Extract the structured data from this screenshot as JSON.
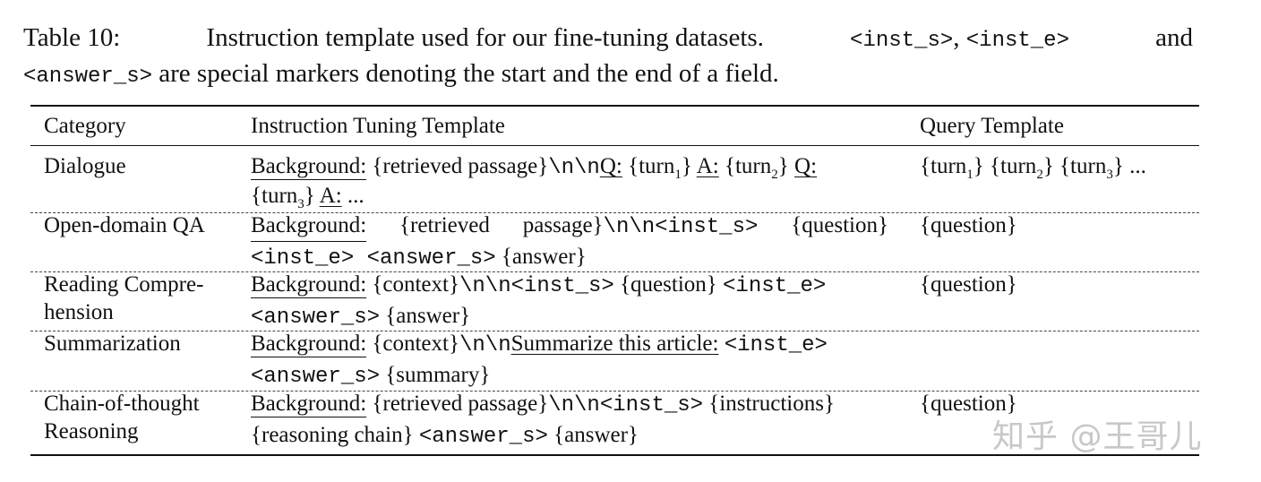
{
  "caption": {
    "prefix": "Table 10:",
    "text1": "Instruction template used for our fine-tuning datasets.",
    "inst_s": "<inst_s>",
    "sep": ",",
    "inst_e": "<inst_e>",
    "and": "and",
    "answer_s": "<answer_s>",
    "text2": "are special markers denoting the start and the end of a field."
  },
  "headers": {
    "category": "Category",
    "instruction": "Instruction Tuning Template",
    "query": "Query Template"
  },
  "rows": [
    {
      "category": "Dialogue",
      "line1": "Background: {retrieved passage}\\n\\nQ: {turn1} A: {turn2} Q:",
      "line2": "{turn3} A: ...",
      "query": "{turn1} {turn2} {turn3} ..."
    },
    {
      "category": "Open-domain QA",
      "line1": "Background: {retrieved passage}\\n\\n<inst_s> {question}",
      "line2": "<inst_e> <answer_s> {answer}",
      "query": "{question}"
    },
    {
      "category_1": "Reading Compre-",
      "category_2": "hension",
      "line1": "Background: {context}\\n\\n<inst_s> {question} <inst_e>",
      "line2": "<answer_s> {answer}",
      "query": "{question}"
    },
    {
      "category": "Summarization",
      "line1": "Background: {context}\\n\\nSummarize this article: <inst_e>",
      "line2": "<answer_s> {summary}",
      "query": ""
    },
    {
      "category_1": "Chain-of-thought",
      "category_2": "Reasoning",
      "line1": "Background: {retrieved passage}\\n\\n<inst_s> {instructions}",
      "line2": "{reasoning chain} <answer_s> {answer}",
      "query": "{question}"
    }
  ],
  "watermark": "知乎 @王哥儿"
}
